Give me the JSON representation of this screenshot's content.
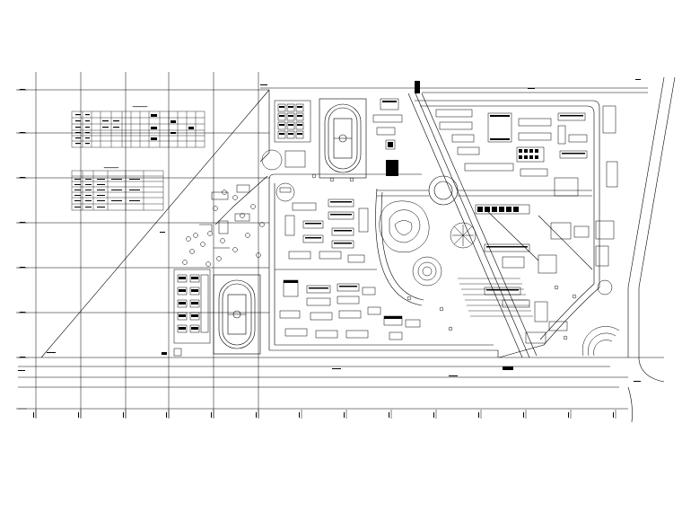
{
  "drawing": {
    "kind": "campus master site plan (CAD drawing)",
    "line_color": "#000000",
    "background_color": "#ffffff",
    "text_legibility": "all lettering in the drawing is too small to read at this resolution"
  },
  "tables": [
    {
      "id": "upper-table",
      "rows": 6,
      "columns": 14,
      "shaded_cells_present": true
    },
    {
      "id": "lower-table",
      "rows": 7,
      "columns": 6,
      "shaded_cells_present": false
    }
  ],
  "sports_fields": [
    {
      "id": "track-north",
      "type": "running track with football pitch"
    },
    {
      "id": "track-south",
      "type": "running track with football pitch"
    }
  ],
  "grid": {
    "vertical_axis_lines": 13,
    "horizontal_axis_lines": 7,
    "labels_legible": false
  }
}
